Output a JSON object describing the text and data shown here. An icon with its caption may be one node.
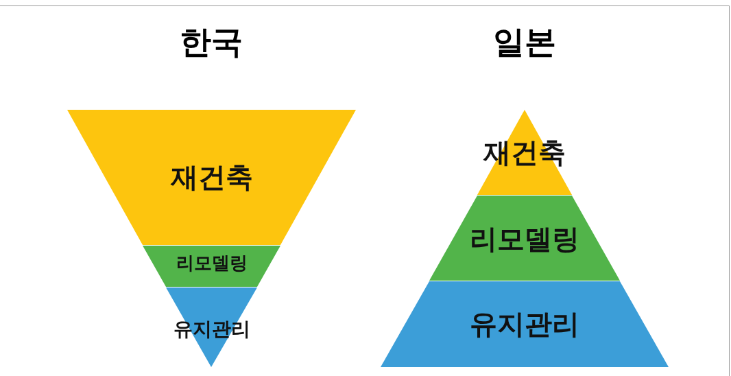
{
  "diagram": {
    "nodes": [
      {
        "text": [
          "재건축"
        ]
      },
      {
        "text": [
          "리모델링"
        ]
      },
      {
        "text": [
          "유지관리"
        ]
      },
      {
        "text": [
          "재건축"
        ]
      },
      {
        "text": [
          "리모델링"
        ]
      },
      {
        "text": [
          "유지관리"
        ]
      }
    ],
    "labels": [
      "한국",
      "일본"
    ]
  }
}
